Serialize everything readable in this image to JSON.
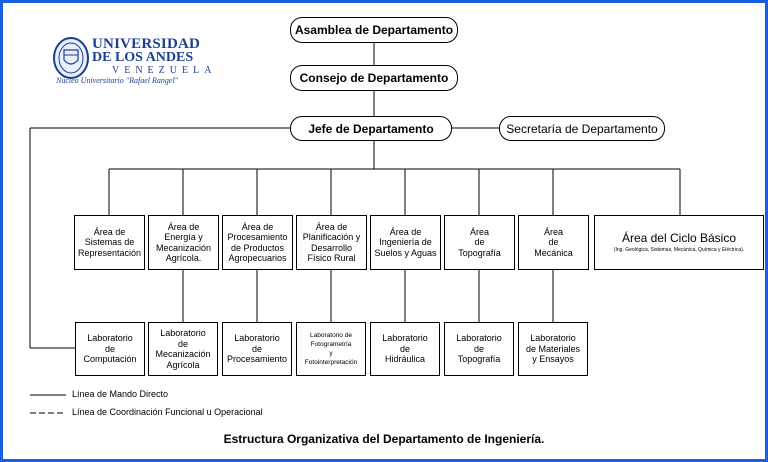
{
  "logo": {
    "line1": "UNIVERSIDAD",
    "line2": "DE LOS ANDES",
    "line3": "VENEZUELA",
    "line4": "Núcleo Universitario \"Rafael Rangel\""
  },
  "top": {
    "asamblea": "Asamblea de Departamento",
    "consejo": "Consejo de Departamento",
    "jefe": "Jefe de Departamento",
    "secretaria": "Secretaría de Departamento"
  },
  "areas": [
    [
      "Área de",
      "Sistemas de",
      "Representación"
    ],
    [
      "Área de",
      "Energía y",
      "Mecanización",
      "Agrícola."
    ],
    [
      "Área de",
      "Procesamiento",
      "de Productos",
      "Agropecuarios"
    ],
    [
      "Área de",
      "Planificación y",
      "Desarrollo",
      "Físico Rural"
    ],
    [
      "Área de",
      "Ingeniería de",
      "Suelos y Aguas"
    ],
    [
      "Área",
      "de",
      "Topografía"
    ],
    [
      "Área",
      "de",
      "Mecánica"
    ]
  ],
  "ciclo_basico": {
    "title": "Área del Ciclo Básico",
    "subtitle": "(Ing. Geológica, Sistemas, Mecánica, Química y Eléctrica)."
  },
  "labs": [
    [
      "Laboratorio",
      "de",
      "Computación"
    ],
    [
      "Laboratorio",
      "de",
      "Mecanización",
      "Agrícola"
    ],
    [
      "Laboratorio",
      "de",
      "Procesamiento"
    ],
    [
      "Laboratorio de",
      "Fotogrametría",
      "y",
      "Fotointerpretación"
    ],
    [
      "Laboratorio",
      "de",
      "Hidráulica"
    ],
    [
      "Laboratorio",
      "de",
      "Topografía"
    ],
    [
      "Laboratorio",
      "de Materiales",
      "y Ensayos"
    ]
  ],
  "legend": {
    "direct": "Línea de Mando Directo",
    "coordination": "Línea de Coordinación Funcional u Operacional"
  },
  "caption": "Estructura Organizativa del Departamento de Ingeniería."
}
